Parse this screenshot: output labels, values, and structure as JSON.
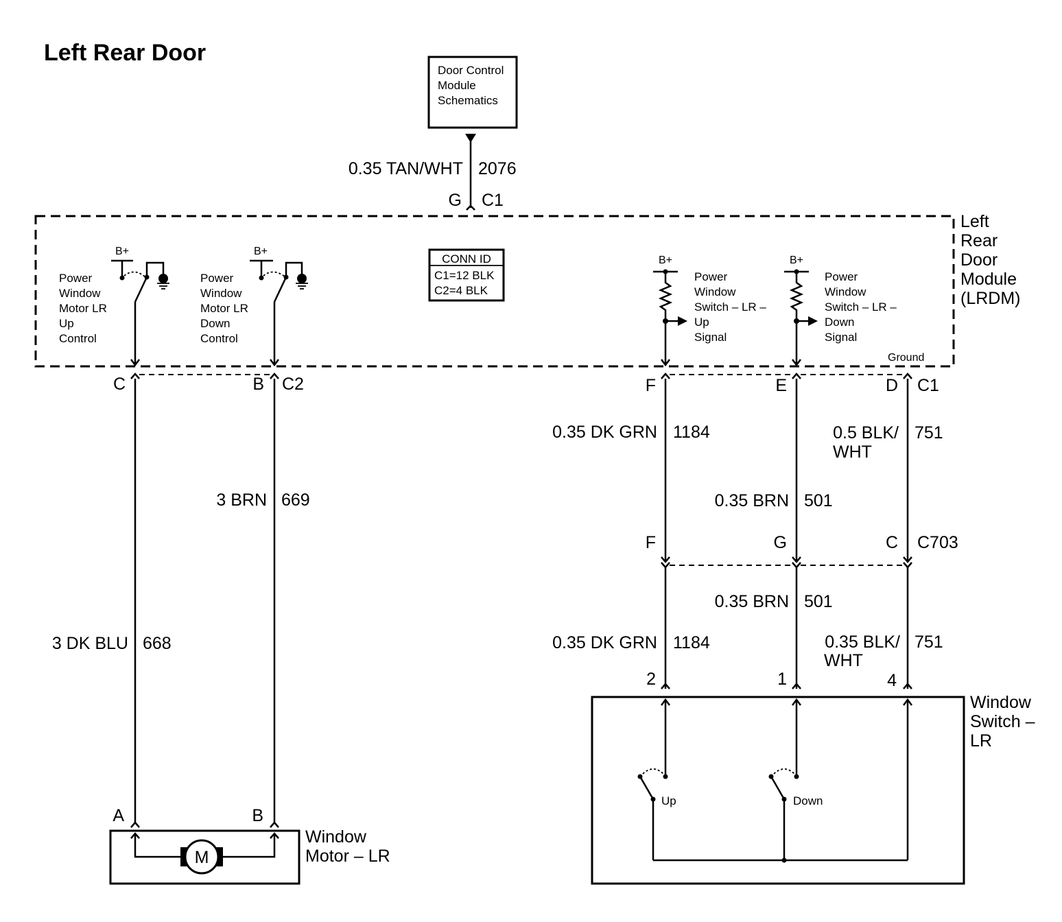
{
  "title": "Left Rear Door",
  "dcm_box": {
    "line1": "Door Control",
    "line2": "Module",
    "line3": "Schematics"
  },
  "top_wire": {
    "gauge_color": "0.35 TAN/WHT",
    "circuit": "2076",
    "pin": "G",
    "conn": "C1"
  },
  "module": {
    "line1": "Left",
    "line2": "Rear",
    "line3": "Door",
    "line4": "Module",
    "line5": "(LRDM)"
  },
  "conn_id": {
    "header": "CONN ID",
    "c1": "C1=12 BLK",
    "c2": "C2=4 BLK"
  },
  "bplus": "B+",
  "ground_label": "Ground",
  "up_control": {
    "line1": "Power",
    "line2": "Window",
    "line3": "Motor LR",
    "line4": "Up",
    "line5": "Control"
  },
  "down_control": {
    "line1": "Power",
    "line2": "Window",
    "line3": "Motor LR",
    "line4": "Down",
    "line5": "Control"
  },
  "up_signal": {
    "line1": "Power",
    "line2": "Window",
    "line3": "Switch – LR –",
    "line4": "Up",
    "line5": "Signal"
  },
  "down_signal": {
    "line1": "Power",
    "line2": "Window",
    "line3": "Switch – LR –",
    "line4": "Down",
    "line5": "Signal"
  },
  "pins_bottom": {
    "c": "C",
    "b": "B",
    "c2": "C2",
    "f": "F",
    "e": "E",
    "d": "D",
    "c1": "C1"
  },
  "wires": {
    "w1184a": {
      "gauge_color": "0.35 DK GRN",
      "circuit": "1184"
    },
    "w751a": {
      "gauge_color1": "0.5 BLK/",
      "gauge_color2": "WHT",
      "circuit": "751"
    },
    "w669": {
      "gauge_color": "3 BRN",
      "circuit": "669"
    },
    "w501a": {
      "gauge_color": "0.35 BRN",
      "circuit": "501"
    },
    "w668": {
      "gauge_color": "3 DK BLU",
      "circuit": "668"
    },
    "w501b": {
      "gauge_color": "0.35 BRN",
      "circuit": "501"
    },
    "w1184b": {
      "gauge_color": "0.35 DK GRN",
      "circuit": "1184"
    },
    "w751b": {
      "gauge_color1": "0.35 BLK/",
      "gauge_color2": "WHT",
      "circuit": "751"
    }
  },
  "c703": {
    "f": "F",
    "g": "G",
    "c": "C",
    "name": "C703"
  },
  "switch_pins": {
    "p2": "2",
    "p1": "1",
    "p4": "4"
  },
  "window_switch": {
    "line1": "Window",
    "line2": "Switch –",
    "line3": "LR",
    "up": "Up",
    "down": "Down"
  },
  "motor": {
    "pin_a": "A",
    "pin_b": "B",
    "symbol": "M",
    "line1": "Window",
    "line2": "Motor – LR"
  }
}
